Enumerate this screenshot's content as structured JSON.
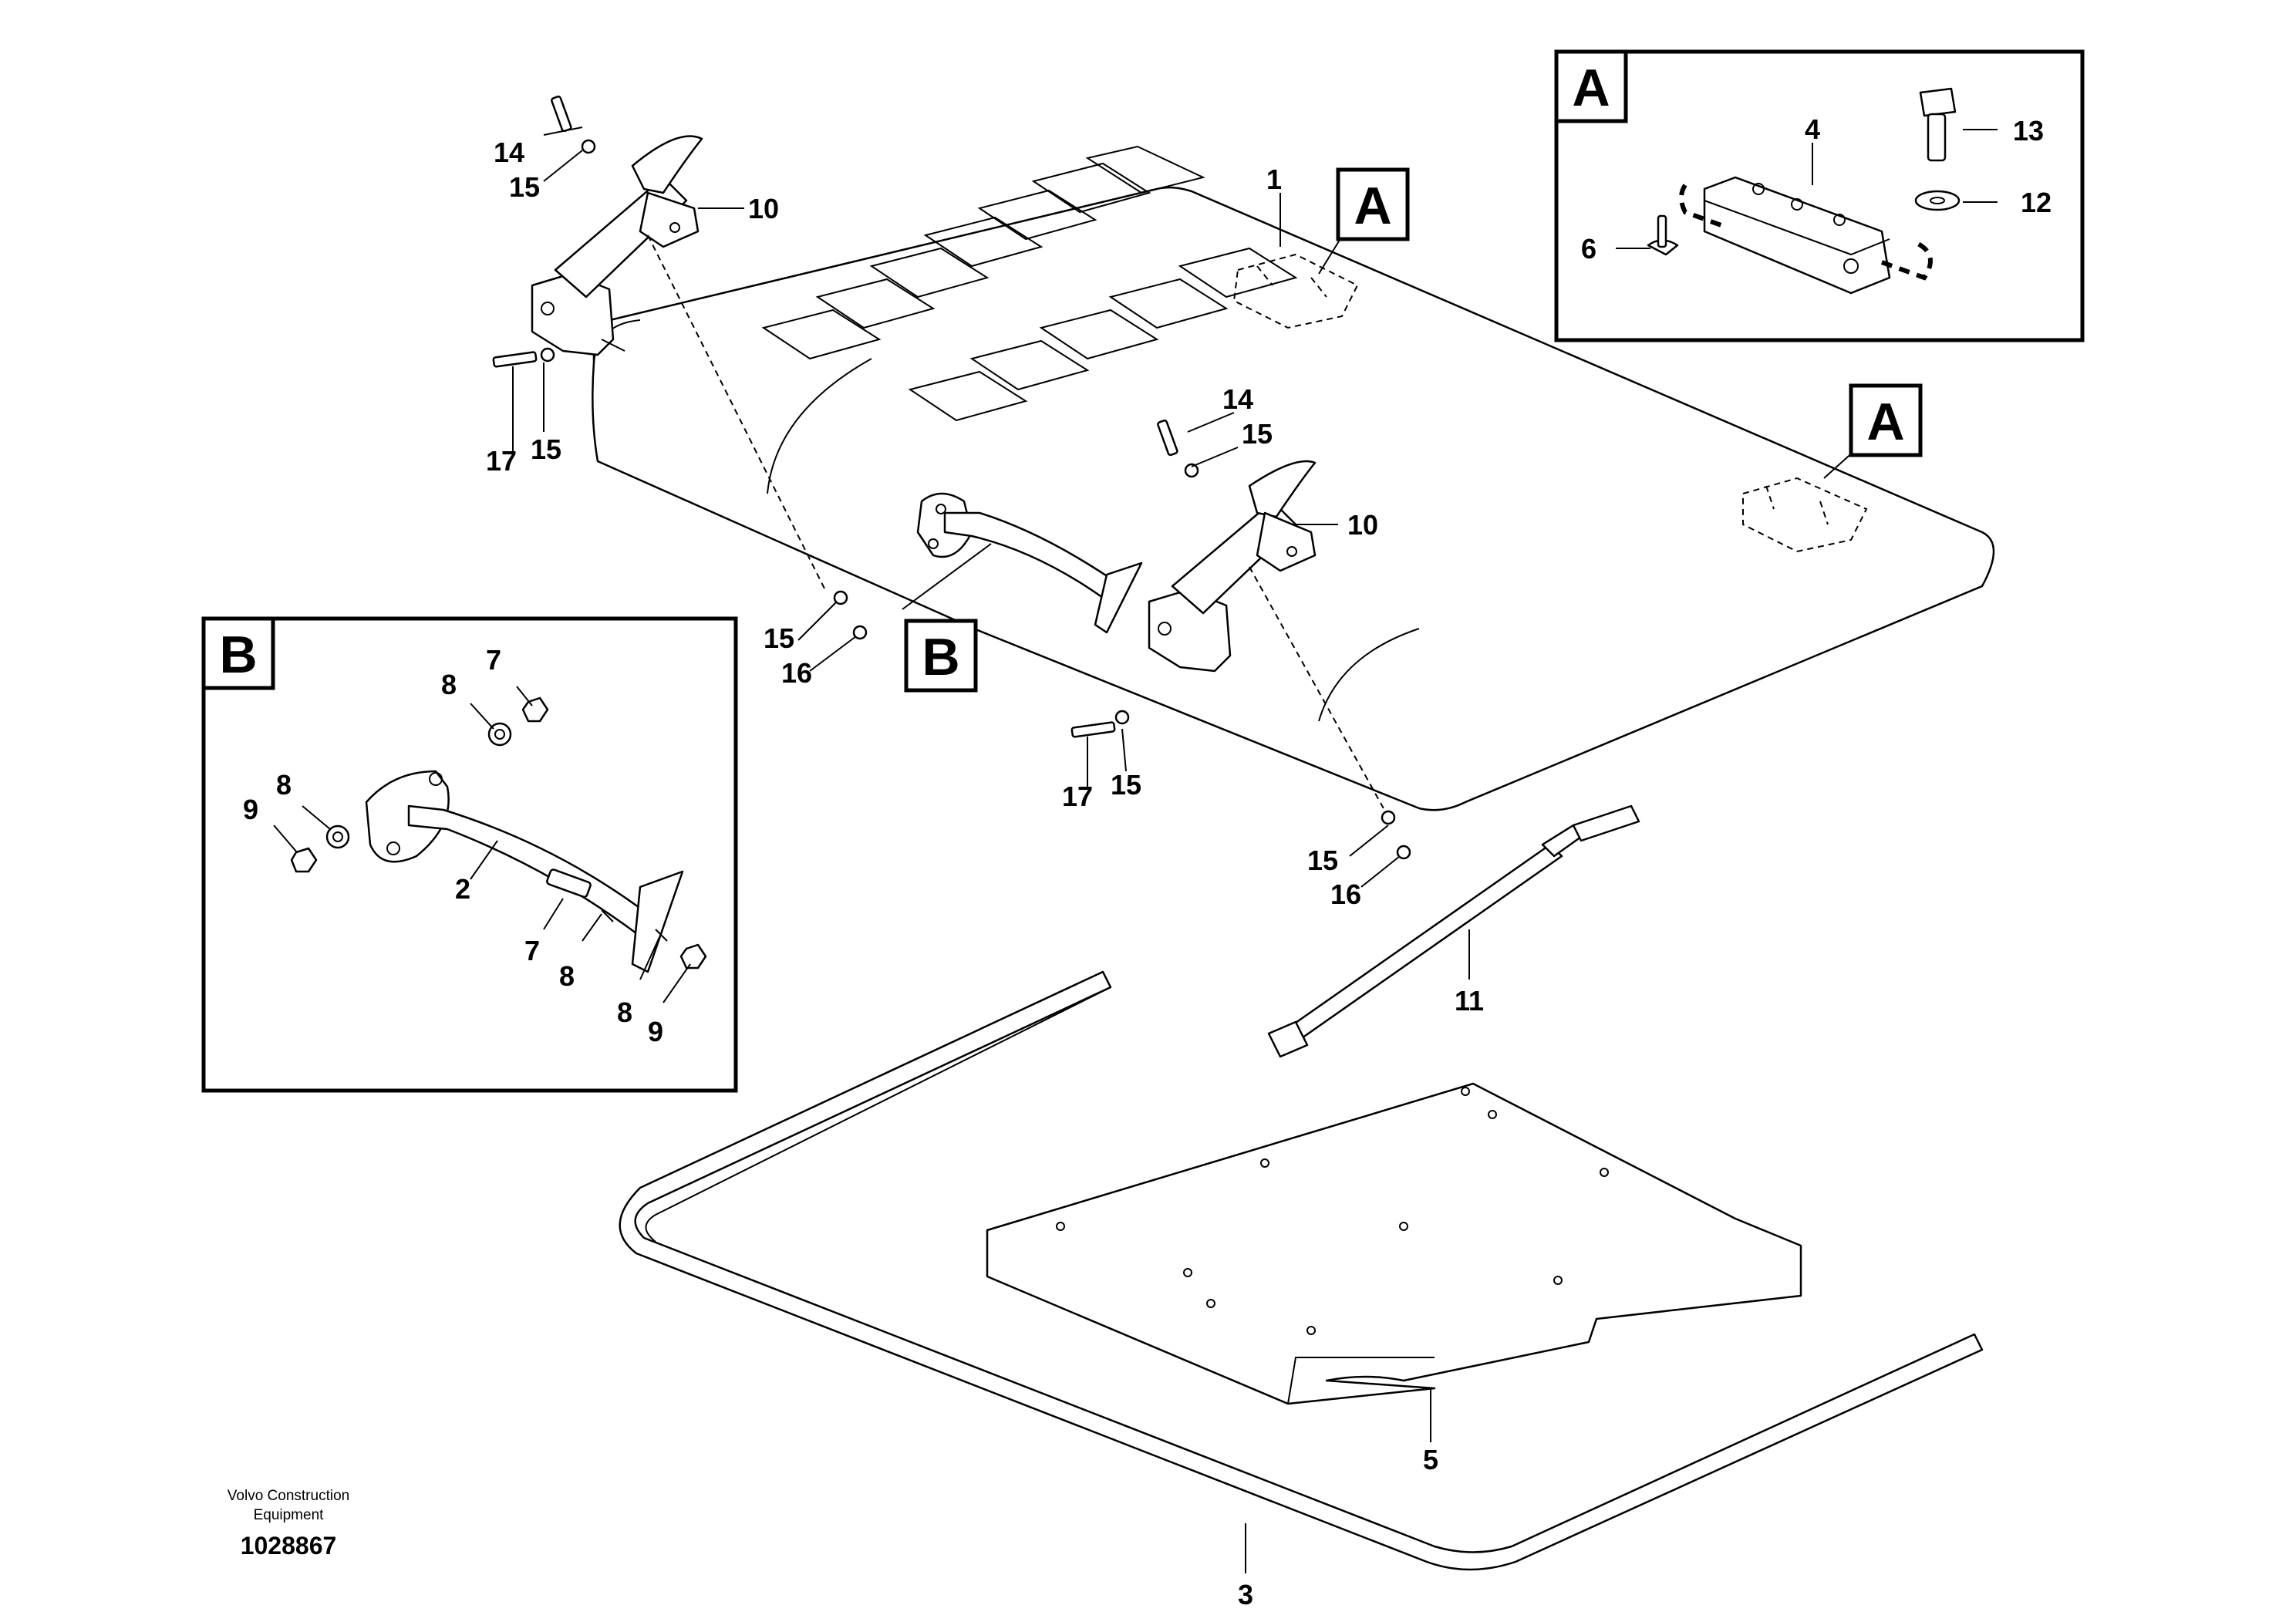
{
  "callouts": {
    "c1": "1",
    "c2": "2",
    "c3": "3",
    "c4": "4",
    "c5": "5",
    "c6": "6",
    "c7a": "7",
    "c7b": "7",
    "c8a": "8",
    "c8b": "8",
    "c8c": "8",
    "c8d": "8",
    "c9a": "9",
    "c9b": "9",
    "c10a": "10",
    "c10b": "10",
    "c11": "11",
    "c12": "12",
    "c13": "13",
    "c14a": "14",
    "c14b": "14",
    "c15a": "15",
    "c15b": "15",
    "c15c": "15",
    "c15d": "15",
    "c15e": "15",
    "c15f": "15",
    "c16a": "16",
    "c16b": "16",
    "c17a": "17",
    "c17b": "17"
  },
  "detail_tags": {
    "a_main": "A",
    "a_right": "A",
    "a_box": "A",
    "b_main": "B",
    "b_box": "B"
  },
  "footer": {
    "company_line1": "Volvo Construction",
    "company_line2": "Equipment",
    "doc_number": "1028867"
  }
}
